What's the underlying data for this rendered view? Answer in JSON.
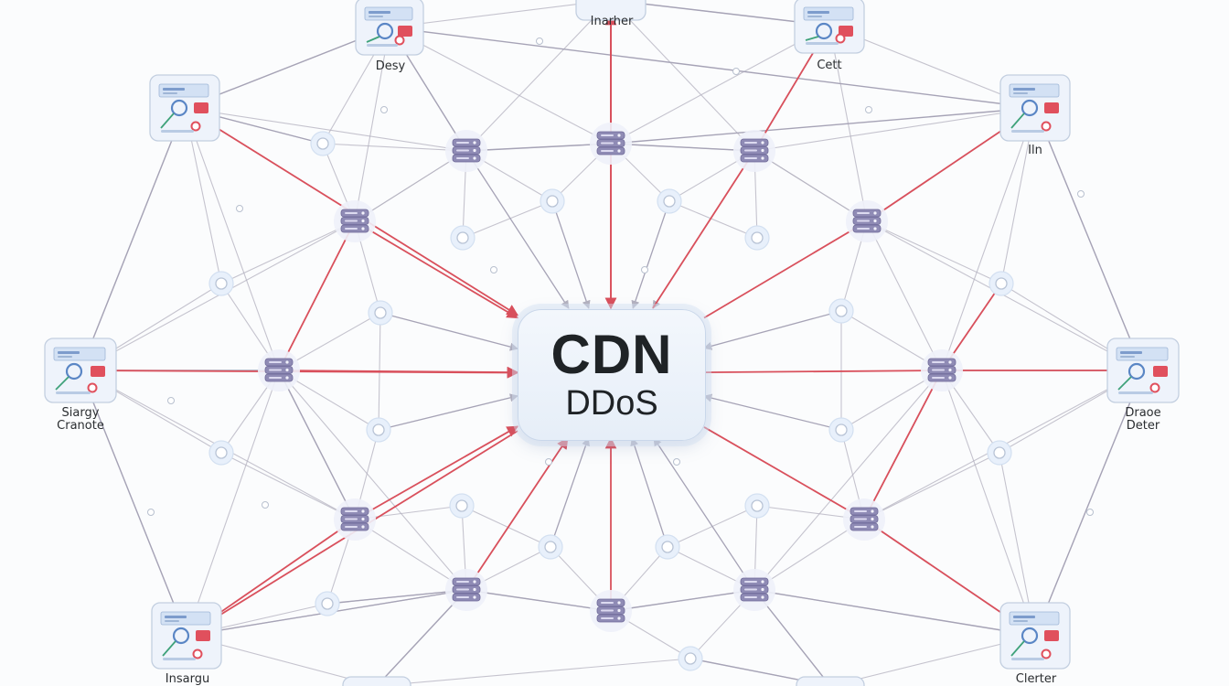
{
  "hub": {
    "line1": "CDN",
    "line2": "DDoS"
  },
  "nodes": [
    {
      "id": "dashboard-top-left",
      "label": "Desy"
    },
    {
      "id": "top-center",
      "label": "Inarher"
    },
    {
      "id": "top-right",
      "label": "Cett"
    },
    {
      "id": "upper-left",
      "label": ""
    },
    {
      "id": "upper-right",
      "label": "Iln"
    },
    {
      "id": "mid-left",
      "label": "Siargy\nCranote"
    },
    {
      "id": "mid-right",
      "label": "Draoe\nDeter"
    },
    {
      "id": "lower-left",
      "label": "Insargu"
    },
    {
      "id": "lower-right",
      "label": "Clerter"
    }
  ],
  "colors": {
    "edge_gray": "#b3b1bf",
    "edge_red": "#d9505c",
    "server": "#8f8bb5",
    "hub_border": "#c9d7ea",
    "panel_bg": "#eef3fb"
  },
  "icons": {
    "server": "server-stack-icon",
    "relay": "relay-node-icon",
    "panel": "dashboard-panel-icon"
  }
}
